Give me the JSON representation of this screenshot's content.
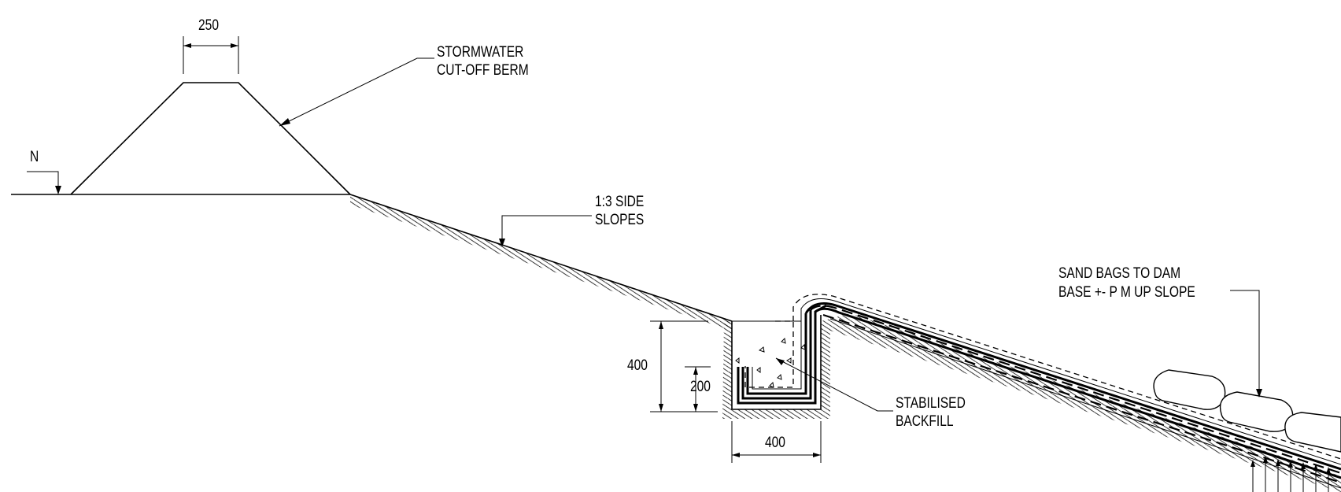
{
  "drawing": {
    "labels": {
      "top_width": "250",
      "berm": [
        "STORMWATER",
        "CUT-OFF BERM"
      ],
      "ngl": "N",
      "side_slopes": [
        "1:3 SIDE",
        "SLOPES"
      ],
      "sand_bags": [
        "SAND BAGS TO DAM",
        "BASE +- P M UP SLOPE"
      ],
      "trench_depth": "400",
      "liner_depth": "200",
      "trench_width": "400",
      "backfill": [
        "STABILISED",
        "BACKFILL"
      ]
    }
  }
}
